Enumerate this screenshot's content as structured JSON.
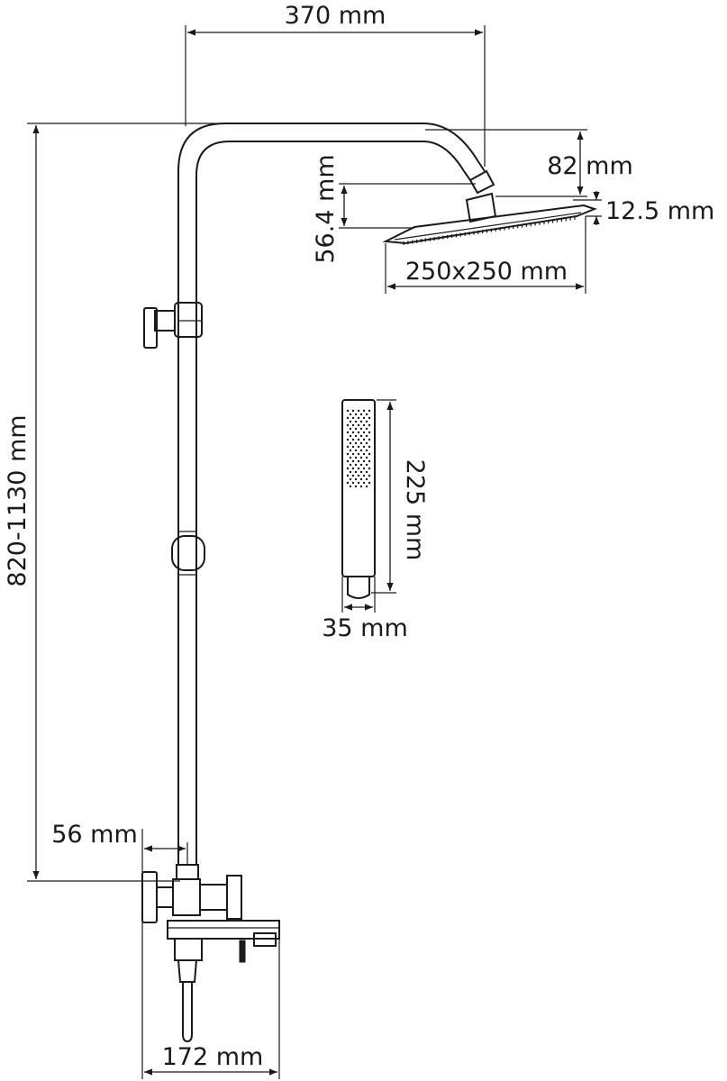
{
  "dimensions": {
    "top_width": "370 mm",
    "arm_drop": "82 mm",
    "head_height": "56.4 mm",
    "head_thickness": "12.5 mm",
    "head_size": "250x250 mm",
    "total_height": "820-1130 mm",
    "hand_length": "225 mm",
    "hand_width": "35 mm",
    "pipe_offset": "56 mm",
    "base_width": "172 mm"
  },
  "colors": {
    "line": "#1a1a1a",
    "background": "#ffffff"
  }
}
